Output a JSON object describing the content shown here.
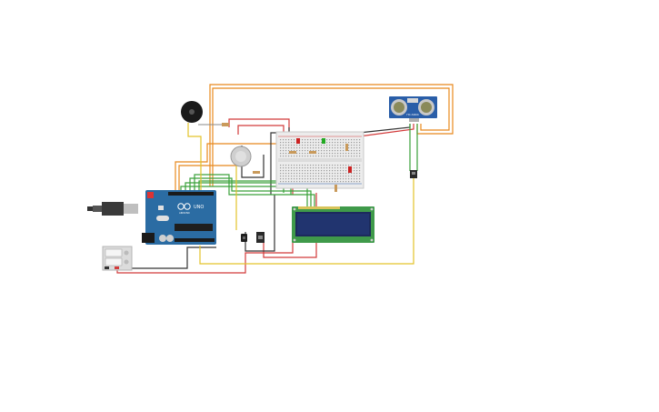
{
  "components": {
    "arduino": {
      "brand_label": "UNO",
      "sub_label": "ARDUINO"
    },
    "ultrasonic": {
      "label": "HC-SR04"
    },
    "colors": {
      "wire_orange": "#e8881c",
      "wire_red": "#d23a3a",
      "wire_black": "#333333",
      "wire_green": "#3aa13a",
      "wire_yellow": "#e3c32a",
      "arduino_blue": "#2b6ca3",
      "lcd_green": "#3f9a4a",
      "lcd_screen": "#1c2a5c",
      "sensor_blue": "#2a5ea8"
    }
  }
}
